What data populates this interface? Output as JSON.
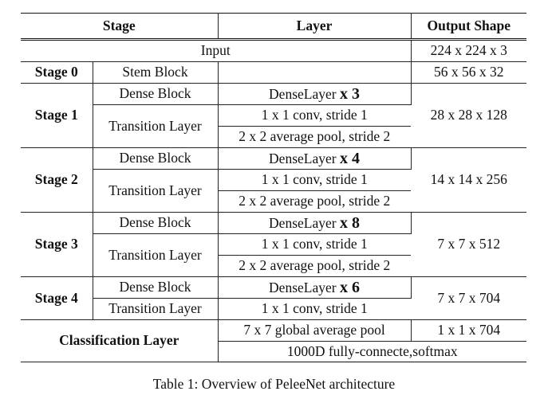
{
  "table": {
    "headers": {
      "stage": "Stage",
      "layer": "Layer",
      "output": "Output Shape"
    },
    "input": {
      "label": "Input",
      "output": "224 x 224 x 3"
    },
    "stage0": {
      "name": "Stage 0",
      "block": "Stem Block",
      "output": "56 x 56 x 32"
    },
    "stage1": {
      "name": "Stage 1",
      "dense_block": "Dense Block",
      "dense_layer": "DenseLayer",
      "dense_mult": "x 3",
      "transition": "Transition Layer",
      "conv": "1 x 1 conv, stride 1",
      "pool": "2 x 2 average pool, stride 2",
      "output": "28 x 28 x 128"
    },
    "stage2": {
      "name": "Stage 2",
      "dense_block": "Dense Block",
      "dense_layer": "DenseLayer",
      "dense_mult": "x 4",
      "transition": "Transition Layer",
      "conv": "1 x 1 conv, stride 1",
      "pool": "2 x 2 average pool, stride 2",
      "output": "14 x 14 x 256"
    },
    "stage3": {
      "name": "Stage 3",
      "dense_block": "Dense Block",
      "dense_layer": "DenseLayer",
      "dense_mult": "x 8",
      "transition": "Transition Layer",
      "conv": "1 x 1 conv, stride 1",
      "pool": "2 x 2 average pool, stride 2",
      "output": "7 x 7 x 512"
    },
    "stage4": {
      "name": "Stage 4",
      "dense_block": "Dense Block",
      "dense_layer": "DenseLayer",
      "dense_mult": "x 6",
      "transition": "Transition Layer",
      "conv": "1 x 1 conv, stride 1",
      "output": "7 x 7 x 704"
    },
    "classification": {
      "name": "Classification Layer",
      "pool": "7 x 7 global average pool",
      "pool_output": "1 x 1 x 704",
      "fc": "1000D fully-connecte,softmax"
    }
  },
  "caption": "Table 1: Overview of PeleeNet architecture"
}
